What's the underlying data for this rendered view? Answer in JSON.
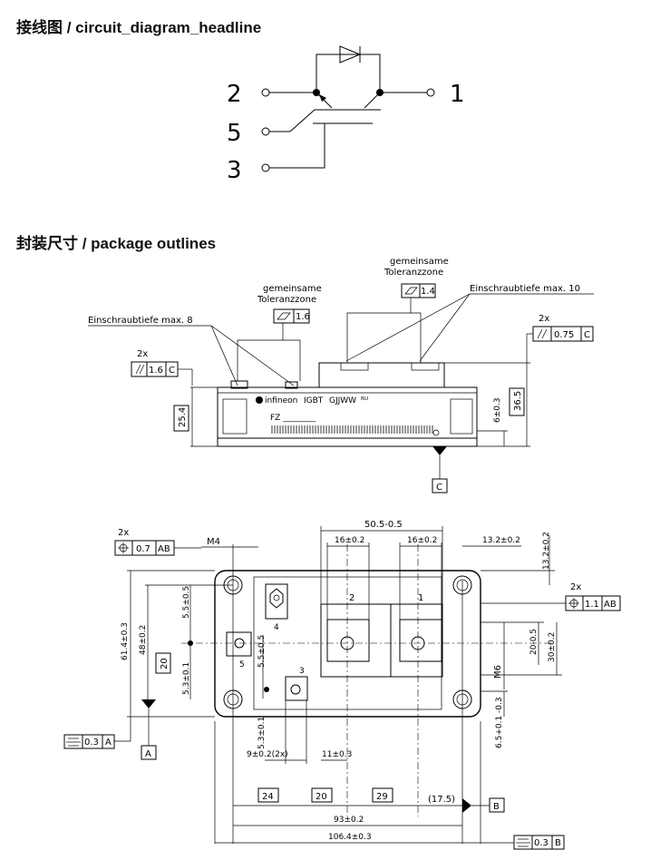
{
  "headings": {
    "circuit": "接线图 / circuit_diagram_headline",
    "package": "封装尺寸 / package outlines"
  },
  "circuit": {
    "pins": [
      "2",
      "5",
      "3",
      "1"
    ]
  },
  "side_view": {
    "toleranzzone_line1": "gemeinsame",
    "toleranzzone_line2": "Toleranzzone",
    "einschraub_8": "Einschraubtiefe max. 8",
    "einschraub_10": "Einschraubtiefe max. 10",
    "tol_left": "1.6",
    "tol_right": "1.4",
    "count_2x": "2x",
    "par_left_val": "1.6",
    "par_left_ref": "C",
    "par_right_val": "0.75",
    "par_right_ref": "C",
    "dim_25_4": "25.4",
    "dim_36_5": "36.5",
    "dim_6": "6±0.3",
    "datum_c": "C",
    "marking_brand": "infineon",
    "marking_igbt": "IGBT",
    "marking_date": "GJJWW",
    "marking_type": "FZ ________"
  },
  "top_view": {
    "count_2x": "2x",
    "pos_left_val": "0.7",
    "pos_left_ref": "AB",
    "pos_right_val": "1.1",
    "pos_right_ref": "AB",
    "thread_m4": "M4",
    "thread_m6": "M6",
    "dim_50_5": "50.5-0.5",
    "dim_16a": "16±0.2",
    "dim_16b": "16±0.2",
    "dim_13_2_h": "13.2±0.2",
    "dim_13_2_v": "13.2±0.2",
    "dim_61_4": "61.4±0.3",
    "dim_48": "48±0.2",
    "dim_5_5_a": "5.5±0.5",
    "dim_5_5_b": "5.5±0.5",
    "dim_20_box": "20",
    "dim_5_3_a": "5.3±0.1",
    "dim_5_3_b": "5.3±0.1",
    "dim_20_05": "20-0.5",
    "dim_30": "30±0.2",
    "dim_6_5": "6.5+0.1 -0.3",
    "dim_9": "9±0.2(2x)",
    "dim_11": "11±0.3",
    "dim_24": "24",
    "dim_20b": "20",
    "dim_29": "29",
    "dim_17_5": "(17.5)",
    "dim_93": "93±0.2",
    "dim_106_4": "106.4±0.3",
    "flat_left_val": "0.3",
    "flat_left_ref": "A",
    "flat_bottom_val": "0.3",
    "flat_bottom_ref": "B",
    "datum_a": "A",
    "datum_b": "B",
    "term_label_1": "1",
    "term_label_2": "2",
    "term_label_3": "3",
    "term_label_4": "4",
    "term_label_5": "5"
  }
}
